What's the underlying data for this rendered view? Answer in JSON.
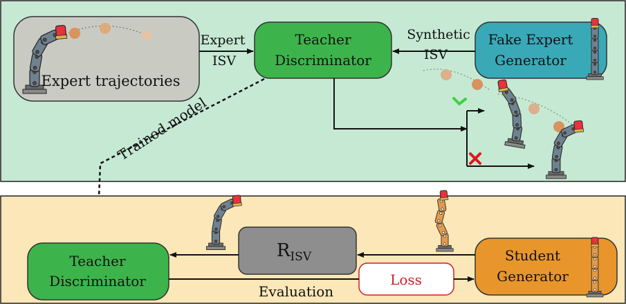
{
  "top_panel": {
    "expert_box_label": "Expert trajectories",
    "teacher_box_line1": "Teacher",
    "teacher_box_line2": "Discriminator",
    "fake_box_line1": "Fake Expert",
    "fake_box_line2": "Generator",
    "expert_isv_line1": "Expert",
    "expert_isv_line2": "ISV",
    "synthetic_isv_line1": "Synthetic",
    "synthetic_isv_line2": "ISV",
    "trained_model_label": "Trained model"
  },
  "bottom_panel": {
    "teacher_box_line1": "Teacher",
    "teacher_box_line2": "Discriminator",
    "r_isv_main": "R",
    "r_isv_sub": "ISV",
    "student_box_line1": "Student",
    "student_box_line2": "Generator",
    "loss_label": "Loss",
    "evaluation_label": "Evaluation"
  },
  "colors": {
    "top_panel_bg": "#c6e9d3",
    "bottom_panel_bg": "#fbe7b8",
    "expert_box": "#c9cbc2",
    "teacher_box": "#3cb44b",
    "fake_expert_box": "#39a9b8",
    "r_isv_box": "#8e8e8e",
    "student_box": "#e8962b",
    "loss_border": "#c8202a",
    "check": "#3fd13f",
    "cross": "#e0161e"
  }
}
